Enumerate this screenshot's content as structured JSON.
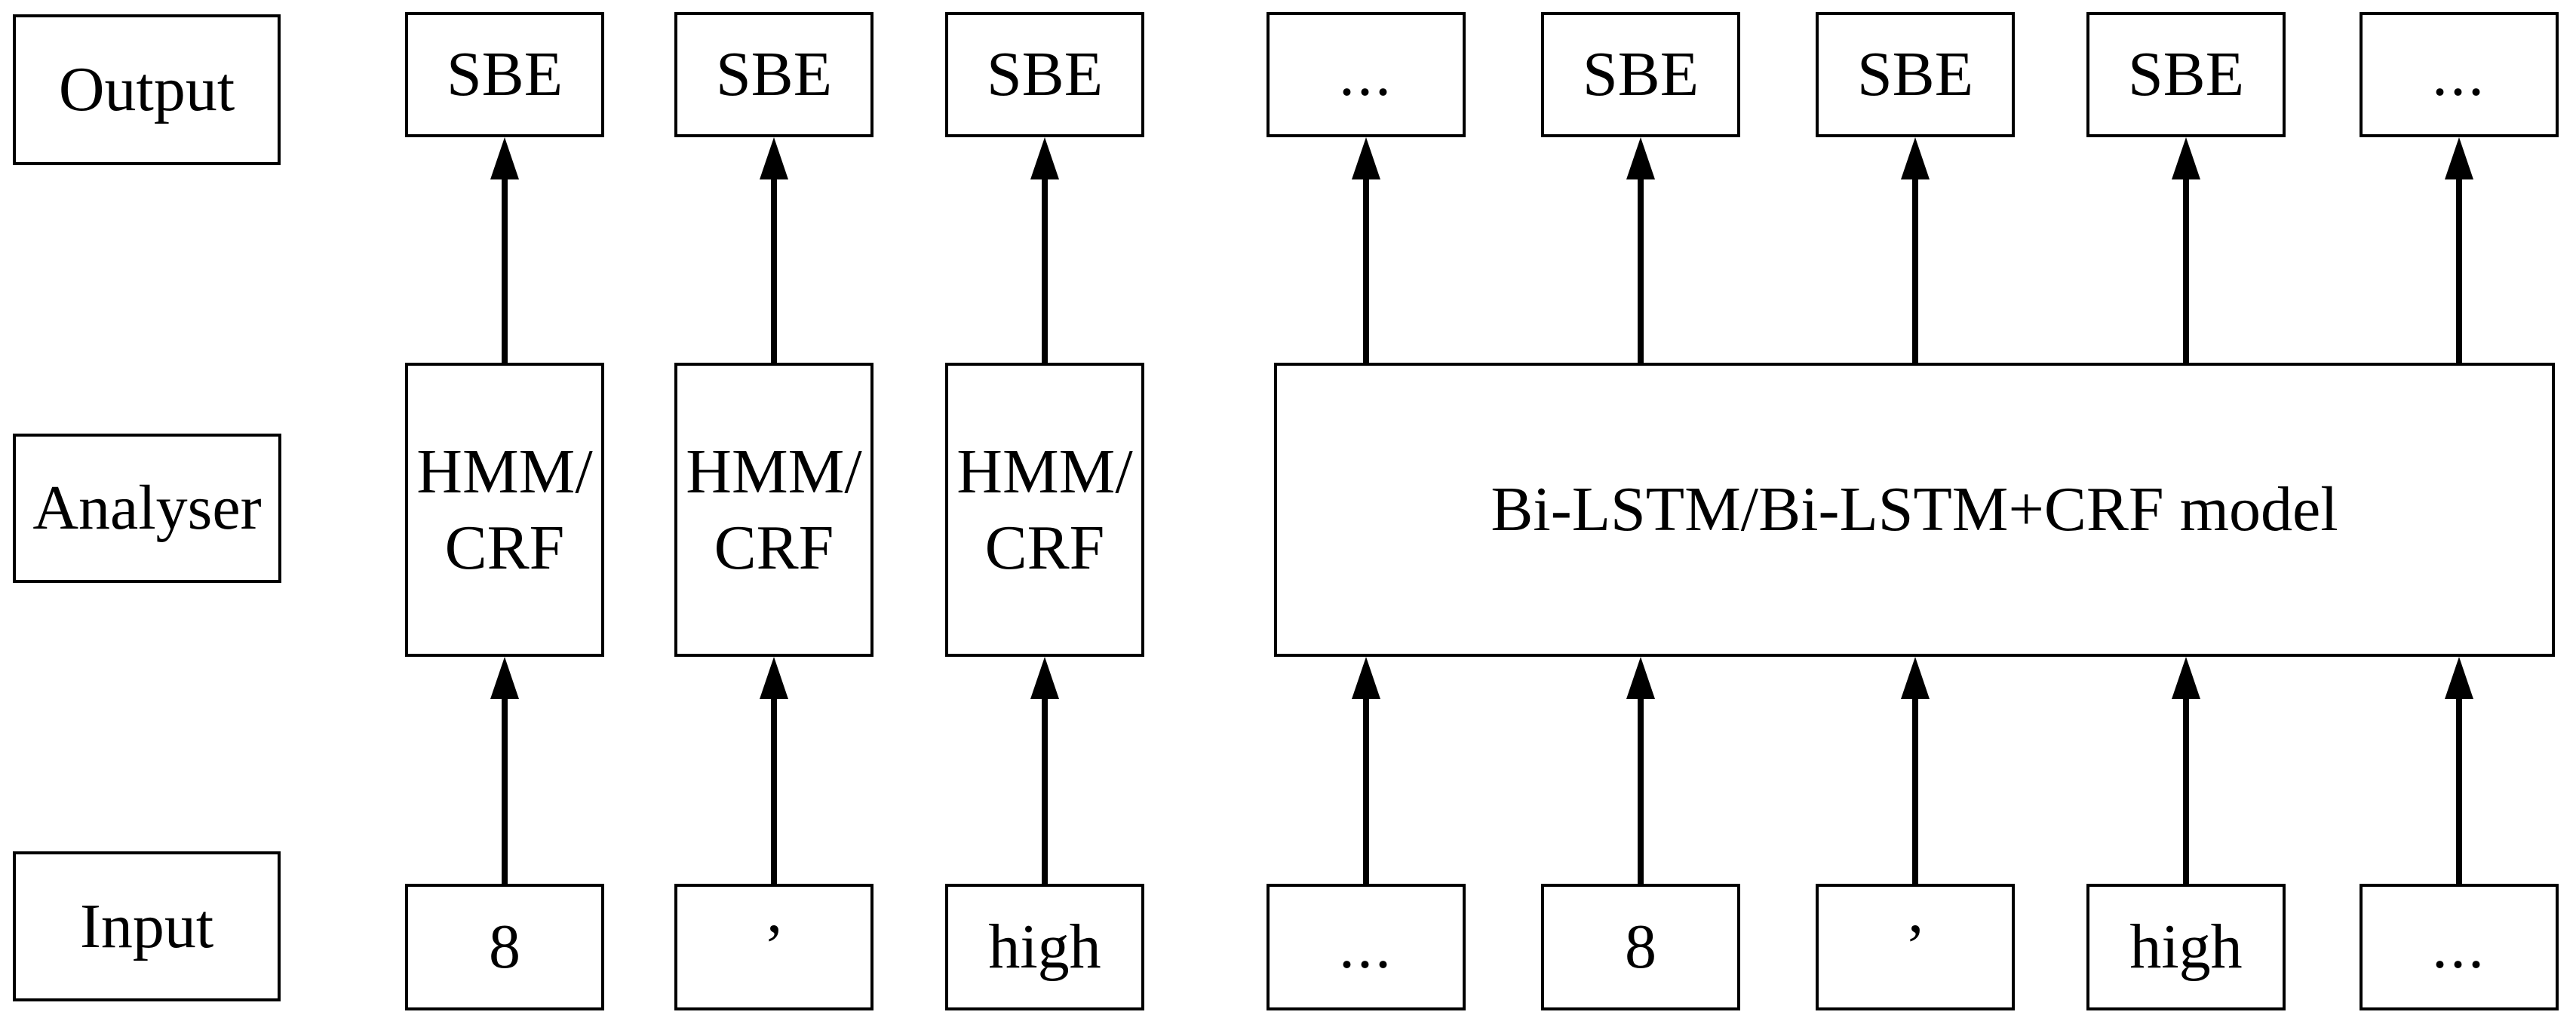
{
  "diagram": {
    "row_labels": {
      "output": "Output",
      "analyser": "Analyser",
      "input": "Input"
    },
    "output_row": [
      "SBE",
      "SBE",
      "SBE",
      "...",
      "SBE",
      "SBE",
      "SBE",
      "..."
    ],
    "analyser_row": {
      "hmm_boxes": [
        "HMM/\nCRF",
        "HMM/\nCRF",
        "HMM/\nCRF"
      ],
      "bilstm_box": "Bi-LSTM/Bi-LSTM+CRF model"
    },
    "input_row": [
      "8",
      "’",
      "high",
      "...",
      "8",
      "’",
      "high",
      "..."
    ],
    "colors": {
      "ink": "#000000",
      "background": "#ffffff"
    }
  }
}
